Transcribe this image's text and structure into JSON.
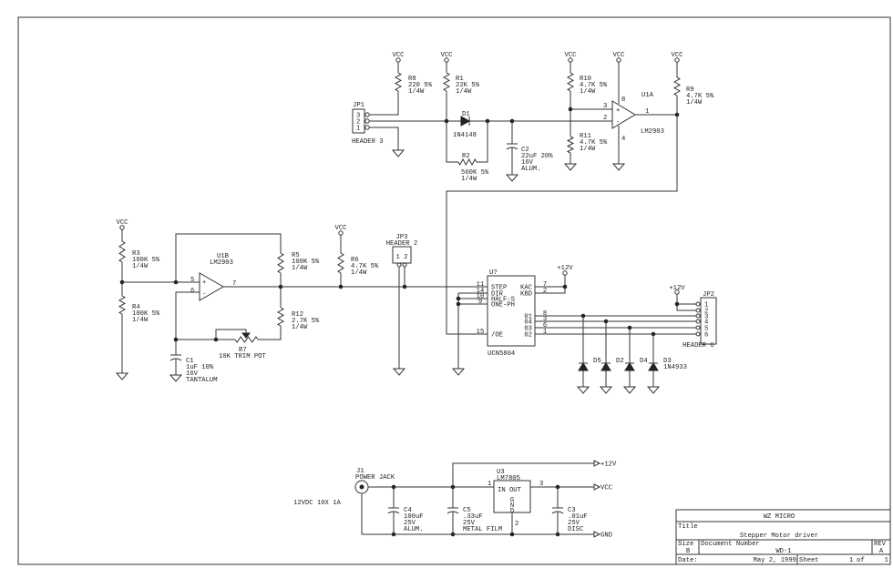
{
  "nets": {
    "vcc": "VCC",
    "p12": "+12V",
    "gnd": "GND"
  },
  "jp1": {
    "ref": "JP1",
    "name": "HEADER 3",
    "pins": [
      "3",
      "2",
      "1"
    ]
  },
  "r8": {
    "ref": "R8",
    "value": "220 5%",
    "power": "1/4W"
  },
  "r1": {
    "ref": "R1",
    "value": "22K 5%",
    "power": "1/4W"
  },
  "d1": {
    "ref": "D1",
    "part": "1N4148"
  },
  "r2": {
    "ref": "R2",
    "value": "560K 5%",
    "power": "1/4W"
  },
  "c2": {
    "ref": "C2",
    "value": "22uF 20%",
    "voltage": "16V",
    "type": "ALUM."
  },
  "r10": {
    "ref": "R10",
    "value": "4.7K 5%",
    "power": "1/4W"
  },
  "r11": {
    "ref": "R11",
    "value": "4.7K 5%",
    "power": "1/4W"
  },
  "u1a": {
    "ref": "U1A",
    "part": "LM2903",
    "pin_vcc": "8",
    "pin_plus": "3",
    "pin_minus": "2",
    "pin_out": "1",
    "pin_gnd": "4",
    "plus": "+",
    "minus": "-"
  },
  "r9": {
    "ref": "R9",
    "value": "4.7K 5%",
    "power": "1/4W"
  },
  "r3": {
    "ref": "R3",
    "value": "100K 5%",
    "power": "1/4W"
  },
  "r4": {
    "ref": "R4",
    "value": "100K 5%",
    "power": "1/4W"
  },
  "u1b": {
    "ref": "U1B",
    "part": "LM2903",
    "pin_plus": "5",
    "pin_minus": "6",
    "pin_out": "7",
    "plus": "+",
    "minus": "-"
  },
  "r5": {
    "ref": "R5",
    "value": "100K 5%",
    "power": "1/4W"
  },
  "r12": {
    "ref": "R12",
    "value": "2.7K 5%",
    "power": "1/4W"
  },
  "r7": {
    "ref": "R7",
    "value": "10K TRIM POT"
  },
  "c1": {
    "ref": "C1",
    "value": "1uF 10%",
    "voltage": "16V",
    "type": "TANTALUM"
  },
  "r6": {
    "ref": "R6",
    "value": "4.7K 5%",
    "power": "1/4W"
  },
  "jp3": {
    "ref": "JP3",
    "name": "HEADER 2",
    "pins": "1 2"
  },
  "u2": {
    "ref": "U?",
    "part": "UCN5804",
    "left_pins": [
      {
        "num": "11",
        "name": "STEP"
      },
      {
        "num": "14",
        "name": "DIR"
      },
      {
        "num": "10",
        "name": "HALF-S"
      },
      {
        "num": "9",
        "name": "ONE-PH"
      },
      {
        "num": "15",
        "name": "/OE"
      }
    ],
    "right_pins": [
      {
        "num": "7",
        "name": "KAC"
      },
      {
        "num": "2",
        "name": "KBD"
      },
      {
        "num": "8",
        "name": "01"
      },
      {
        "num": "3",
        "name": "04"
      },
      {
        "num": "6",
        "name": "03"
      },
      {
        "num": "1",
        "name": "02"
      }
    ]
  },
  "diodes": {
    "refs": [
      "D5",
      "D2",
      "D4",
      "D3"
    ],
    "part": "1N4933"
  },
  "jp2": {
    "ref": "JP2",
    "name": "HEADER 6",
    "pins": [
      "1",
      "2",
      "3",
      "4",
      "5",
      "6"
    ]
  },
  "power": {
    "j1": {
      "ref": "J1",
      "name": "POWER JACK"
    },
    "supply": "12VDC 10X 1A",
    "c4": {
      "ref": "C4",
      "value": "100uF",
      "voltage": "25V",
      "type": "ALUM."
    },
    "c5": {
      "ref": "C5",
      "value": ".33uF",
      "voltage": "25V",
      "type": "METAL FILM"
    },
    "c3": {
      "ref": "C3",
      "value": ".01uF",
      "voltage": "25V",
      "type": "DISC"
    },
    "u3": {
      "ref": "U3",
      "part": "LM7805",
      "in_out": "IN OUT",
      "gnd": [
        "G",
        "N",
        "D"
      ],
      "pin_in": "1",
      "pin_out": "3",
      "pin_gnd": "2"
    }
  },
  "title_block": {
    "company": "WZ MICRO",
    "title_label": "Title",
    "title": "Stepper Motor driver",
    "size_label": "Size",
    "size": "B",
    "doc_label": "Document Number",
    "doc": "WD-1",
    "rev_label": "REV",
    "rev": "A",
    "date_label": "Date:",
    "date": "May  2, 1999",
    "sheet_label": "Sheet",
    "sheet": "1",
    "of_label": "of",
    "sheet_total": "1"
  }
}
